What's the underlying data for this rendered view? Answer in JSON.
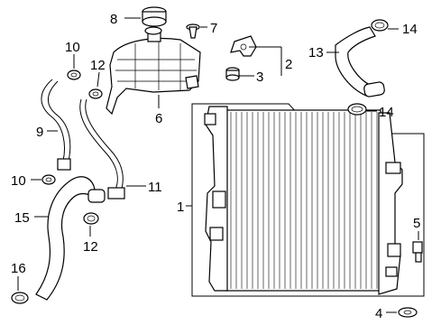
{
  "callouts": {
    "c1": "1",
    "c2": "2",
    "c3": "3",
    "c4": "4",
    "c5": "5",
    "c6": "6",
    "c7": "7",
    "c8": "8",
    "c9": "9",
    "c10a": "10",
    "c10b": "10",
    "c11": "11",
    "c12a": "12",
    "c12b": "12",
    "c13": "13",
    "c14a": "14",
    "c14b": "14",
    "c15": "15",
    "c16": "16"
  }
}
